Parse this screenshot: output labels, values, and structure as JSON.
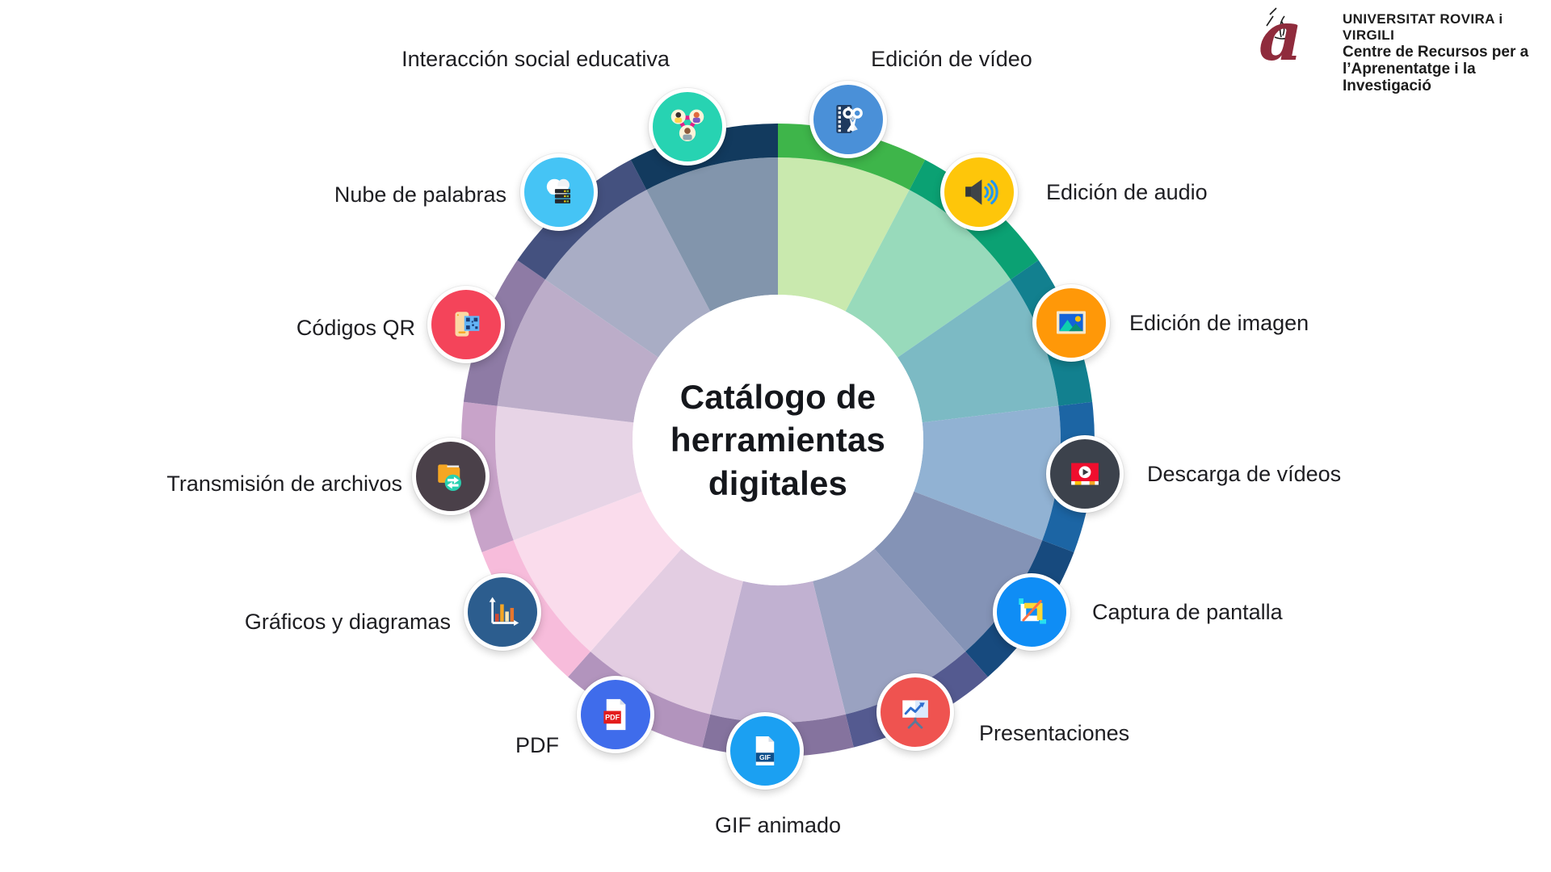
{
  "logo": {
    "line1": "UNIVERSITAT ROVIRA i VIRGILI",
    "line2": "Centre de Recursos per a",
    "line3": "l’Aprenentatge i la Investigació",
    "mark_glyph": "a",
    "mark_color": "#8f2b3c"
  },
  "center": {
    "title_line1": "Catálogo de",
    "title_line2": "herramientas",
    "title_line3": "digitales",
    "title_color": "#15171c"
  },
  "wheel": {
    "background": "#ffffff",
    "segments": [
      {
        "id": "video-editing",
        "label": "Edición de vídeo",
        "outer_color": "#3eb54a",
        "inner_color": "#c9e9ae",
        "icon": "video-editing-icon",
        "icon_bg": "#4a90d8"
      },
      {
        "id": "audio-editing",
        "label": "Edición de audio",
        "outer_color": "#0ba173",
        "inner_color": "#98dabb",
        "icon": "audio-editing-icon",
        "icon_bg": "#fec60a"
      },
      {
        "id": "image-editing",
        "label": "Edición de imagen",
        "outer_color": "#12808f",
        "inner_color": "#7cbac4",
        "icon": "image-editing-icon",
        "icon_bg": "#ff9808"
      },
      {
        "id": "video-download",
        "label": "Descarga de vídeos",
        "outer_color": "#1c65a4",
        "inner_color": "#91b2d3",
        "icon": "video-download-icon",
        "icon_bg": "#3c424c"
      },
      {
        "id": "screenshot",
        "label": "Captura de pantalla",
        "outer_color": "#174a7e",
        "inner_color": "#8493b6",
        "icon": "screenshot-icon",
        "icon_bg": "#0f8df5"
      },
      {
        "id": "presentations",
        "label": "Presentaciones",
        "outer_color": "#545a90",
        "inner_color": "#9aa2c1",
        "icon": "presentation-icon",
        "icon_bg": "#ef5350"
      },
      {
        "id": "gif",
        "label": "GIF animado",
        "outer_color": "#85739e",
        "inner_color": "#c1b1d1",
        "icon": "gif-file-icon",
        "icon_bg": "#1ba0f2",
        "icon_text": "GIF"
      },
      {
        "id": "pdf",
        "label": "PDF",
        "outer_color": "#b294bd",
        "inner_color": "#e3cde2",
        "icon": "pdf-file-icon",
        "icon_bg": "#3f6ceb",
        "icon_text": "PDF"
      },
      {
        "id": "charts",
        "label": "Gráficos y diagramas",
        "outer_color": "#f7bcdb",
        "inner_color": "#fadcec",
        "icon": "bar-chart-icon",
        "icon_bg": "#2c5d8e"
      },
      {
        "id": "file-transfer",
        "label": "Transmisión de archivos",
        "outer_color": "#c8a3c9",
        "inner_color": "#e7d4e6",
        "icon": "file-transfer-icon",
        "icon_bg": "#4a4049"
      },
      {
        "id": "qr-codes",
        "label": "Códigos QR",
        "outer_color": "#8e7ba5",
        "inner_color": "#bcadc9",
        "icon": "qr-code-icon",
        "icon_bg": "#f4445a"
      },
      {
        "id": "word-cloud",
        "label": "Nube de palabras",
        "outer_color": "#44517f",
        "inner_color": "#a9adc5",
        "icon": "word-cloud-icon",
        "icon_bg": "#45c4f5"
      },
      {
        "id": "social-interaction",
        "label": "Interacción social educativa",
        "outer_color": "#123a5e",
        "inner_color": "#8295ac",
        "icon": "social-interaction-icon",
        "icon_bg": "#27d3b2"
      }
    ]
  }
}
